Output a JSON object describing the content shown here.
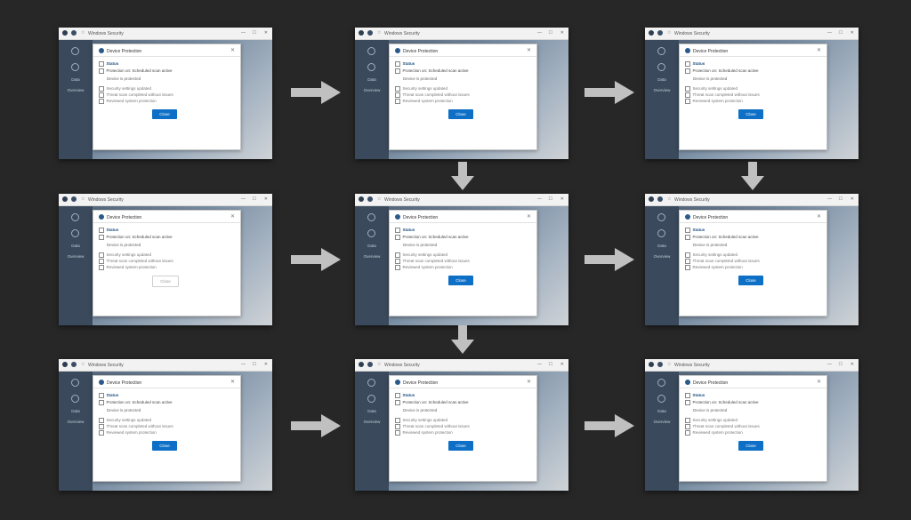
{
  "window": {
    "title": "Windows Security",
    "min_glyph": "—",
    "max_glyph": "☐",
    "close_glyph": "✕"
  },
  "sidebar": {
    "items": [
      {
        "icon": "home-icon",
        "label": ""
      },
      {
        "icon": "shield-icon",
        "label": ""
      },
      {
        "icon": "",
        "label": "Data"
      },
      {
        "icon": "",
        "label": "Overview"
      }
    ]
  },
  "dialog": {
    "title": "Device Protection",
    "close_glyph": "✕",
    "heading": "Status",
    "lines": [
      "Protection on: Scheduled scan active",
      "Device is protected",
      "Security settings updated",
      "Threat scan completed without issues",
      "Reviewed system protection"
    ],
    "button_label": "Close"
  },
  "colors": {
    "background": "#272727",
    "sidebar": "#3a4a5c",
    "accent": "#0d6fc6",
    "arrow": "#c0c0c0"
  },
  "frames": [
    {
      "button_state": "primary"
    },
    {
      "button_state": "primary"
    },
    {
      "button_state": "primary"
    },
    {
      "button_state": "disabled"
    },
    {
      "button_state": "primary"
    },
    {
      "button_state": "primary"
    },
    {
      "button_state": "primary"
    },
    {
      "button_state": "primary"
    },
    {
      "button_state": "primary"
    }
  ],
  "flow_arrows": [
    "right",
    "right",
    "down",
    "down",
    "right",
    "right",
    "down",
    "right",
    "right"
  ]
}
